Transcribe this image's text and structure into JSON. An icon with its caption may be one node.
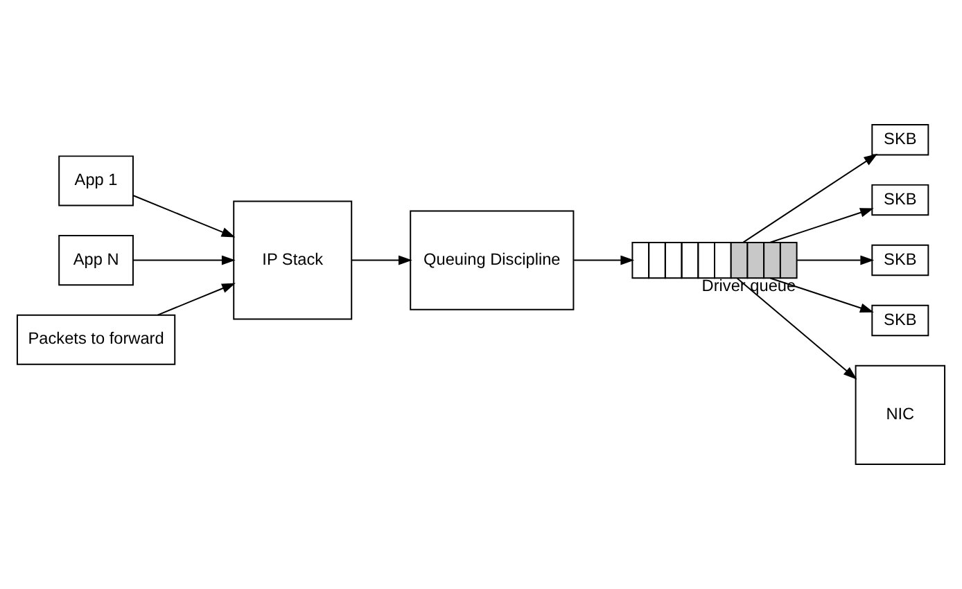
{
  "diagram": {
    "nodes": [
      {
        "text": [
          "App 1"
        ]
      },
      {
        "text": [
          "App N"
        ]
      },
      {
        "text": [
          "SKB"
        ]
      },
      {
        "text": [
          "SKB"
        ]
      },
      {
        "text": [
          "SKB"
        ]
      },
      {
        "text": [
          "SKB"
        ]
      },
      {
        "text": [
          "IP Stack"
        ]
      },
      {
        "text": [
          "Queuing Discipline"
        ]
      },
      {
        "text": [],
        "shape": "box",
        "beside": [
          "Driver queue"
        ]
      },
      {
        "text": [
          "NIC"
        ]
      },
      {
        "text": [
          "Packets to forward"
        ]
      }
    ],
    "edges": [
      {
        "from": 0,
        "to": 6,
        "arrow": "to"
      },
      {
        "from": 1,
        "to": 6,
        "arrow": "to"
      },
      {
        "from": 10,
        "to": 6,
        "arrow": "to"
      },
      {
        "from": 6,
        "to": 7,
        "arrow": "to"
      },
      {
        "from": 7,
        "to": 8,
        "arrow": "to"
      },
      {
        "from": 8,
        "to": 9,
        "arrow": "to"
      },
      {
        "from": 8,
        "to": 2,
        "arrow": "to"
      },
      {
        "from": 8,
        "to": 3,
        "arrow": "to"
      },
      {
        "from": 8,
        "to": 4,
        "arrow": "to"
      },
      {
        "from": 8,
        "to": 5,
        "arrow": "to"
      }
    ]
  }
}
